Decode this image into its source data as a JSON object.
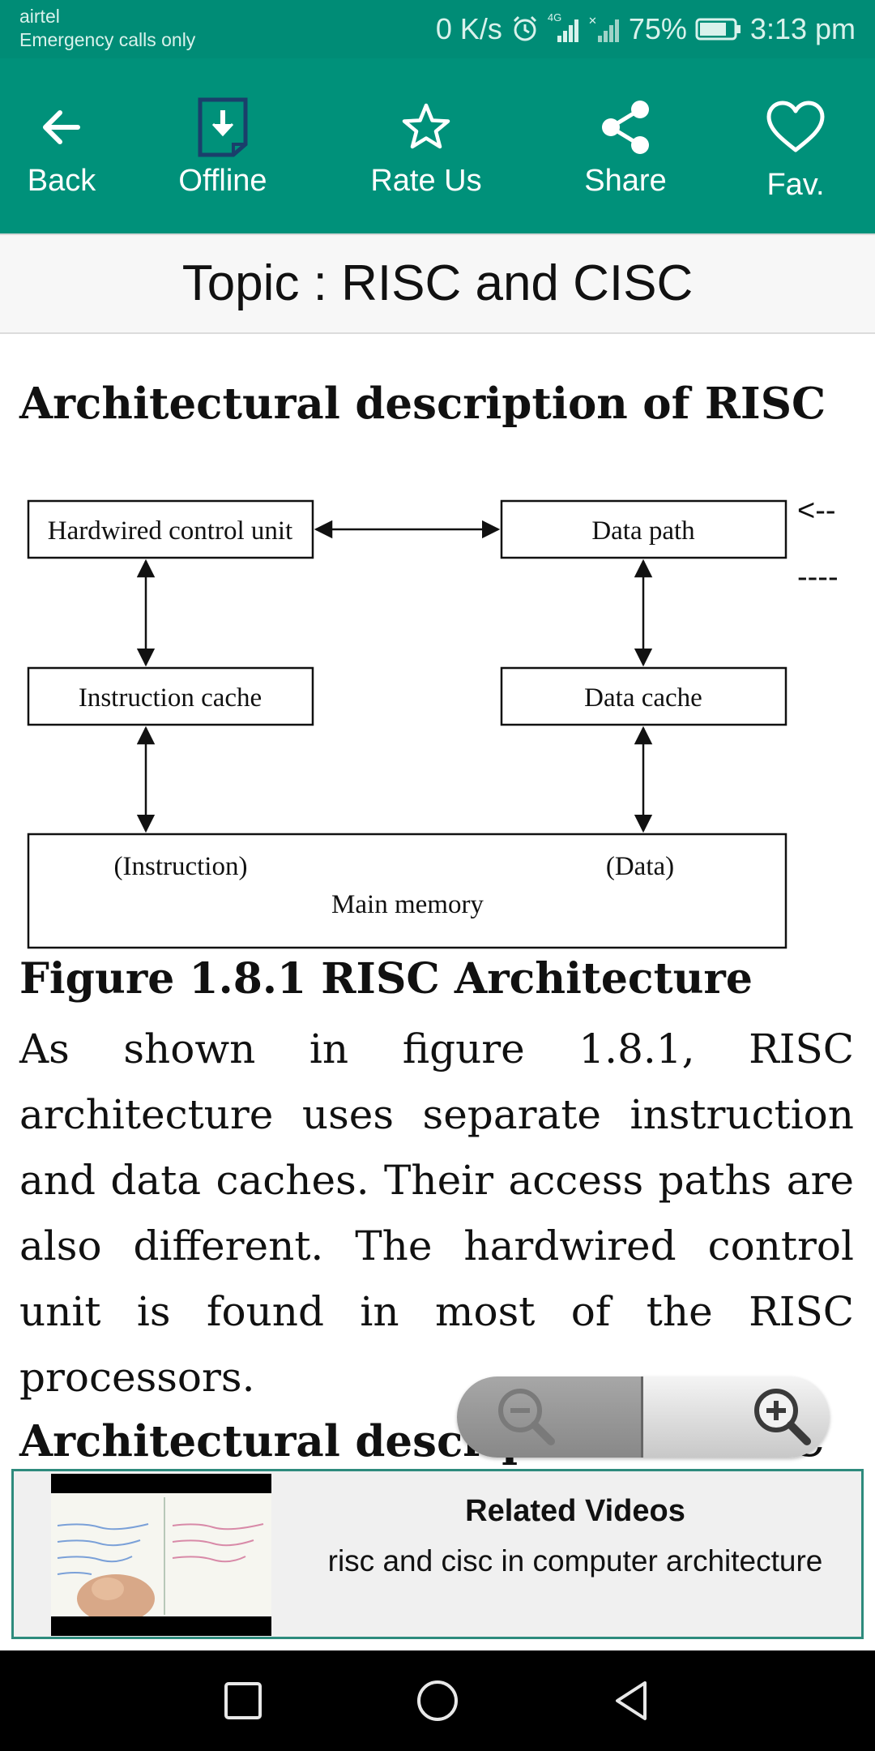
{
  "status_bar": {
    "carrier": "airtel",
    "emergency": "Emergency calls only",
    "speed": "0 K/s",
    "network": "4G",
    "battery": "75%",
    "time": "3:13 pm",
    "icons": [
      "alarm-icon",
      "signal-4g-icon",
      "signal-no-sim-icon",
      "battery-icon"
    ]
  },
  "toolbar": {
    "back_label": "Back",
    "offline_label": "Offline",
    "rate_label": "Rate Us",
    "share_label": "Share",
    "fav_label": "Fav."
  },
  "topic": {
    "title": "Topic : RISC and CISC"
  },
  "content": {
    "heading": "Architectural description of RISC",
    "figure": {
      "hardwired": "Hardwired control unit",
      "datapath": "Data path",
      "icache": "Instruction cache",
      "dcache": "Data cache",
      "instruction": "(Instruction)",
      "data": "(Data)",
      "memory": "Main memory",
      "side_mark_1": "<--",
      "side_mark_2": "----"
    },
    "caption": "Figure 1.8.1 RISC Architecture",
    "paragraph": "As shown in figure 1.8.1, RISC architecture uses separate instruction and data caches. Their access paths are also different. The hardwired control unit is found in most of the RISC processors.",
    "next_heading": "Architectural description of CISC"
  },
  "related": {
    "title": "Related Videos",
    "subtitle": "risc and cisc in computer architecture"
  },
  "colors": {
    "accent": "#00917a",
    "status": "#008c76",
    "border": "#2e8b7d"
  }
}
